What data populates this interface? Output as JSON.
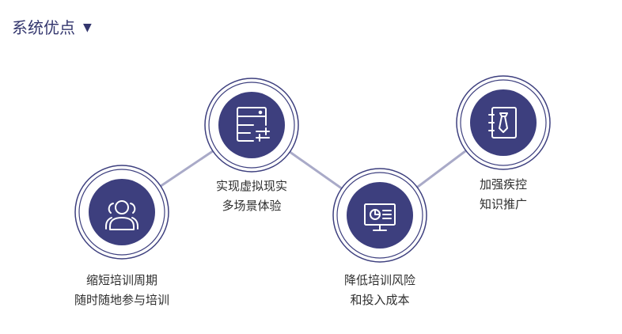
{
  "section": {
    "title": "系统优点",
    "toggle_icon": "caret-down-icon"
  },
  "colors": {
    "accent": "#3d3f7e",
    "connector": "#a9aac8",
    "ring": "#3d3f7e",
    "heading": "#33366d",
    "text": "#2e2e2e"
  },
  "steps": [
    {
      "icon": "users-icon",
      "line1": "缩短培训周期",
      "line2": "随时随地参与培训"
    },
    {
      "icon": "server-icon",
      "line1": "实现虚拟现实",
      "line2": "多场景体验"
    },
    {
      "icon": "monitor-chart-icon",
      "line1": "降低培训风险",
      "line2": "和投入成本"
    },
    {
      "icon": "id-badge-icon",
      "line1": "加强疾控",
      "line2": "知识推广"
    }
  ]
}
